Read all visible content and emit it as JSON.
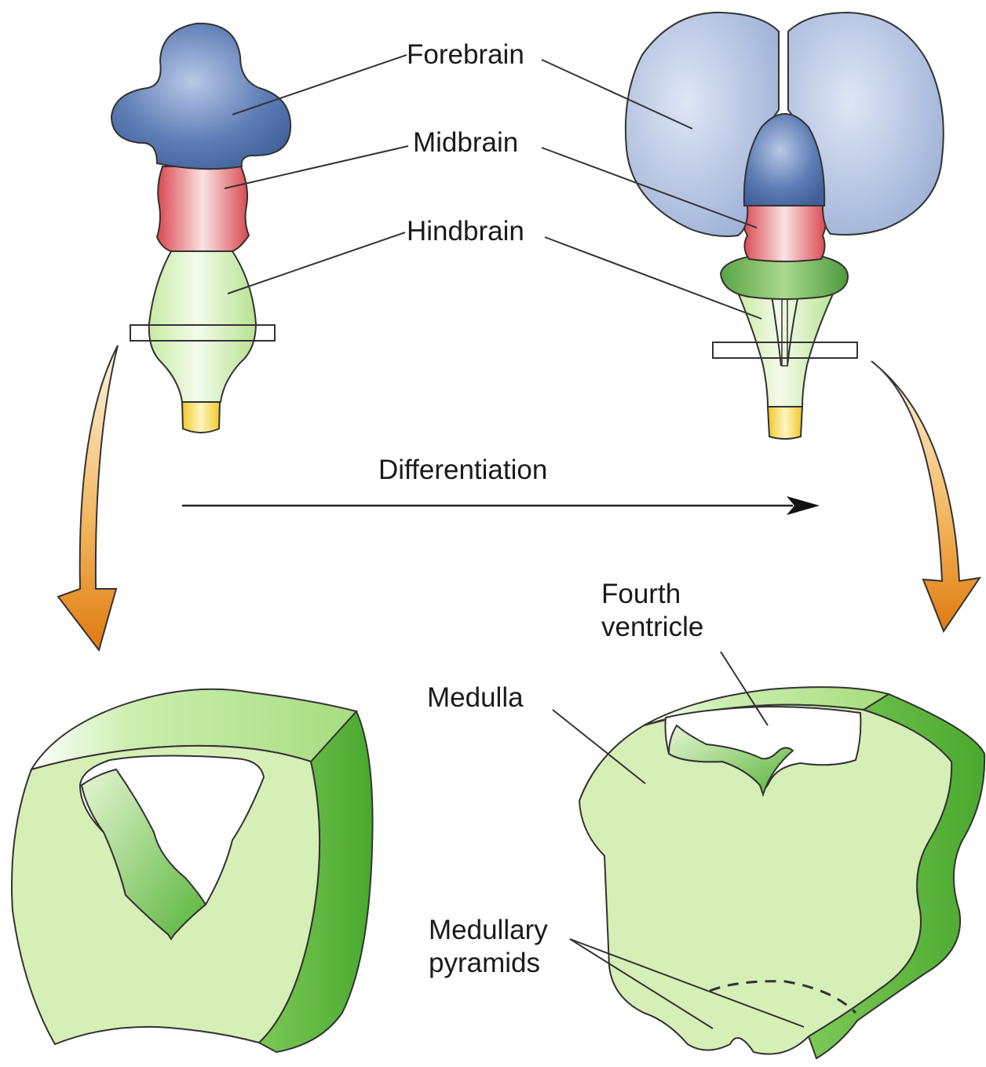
{
  "labels": {
    "forebrain": "Forebrain",
    "midbrain": "Midbrain",
    "hindbrain": "Hindbrain",
    "differentiation": "Differentiation",
    "fourth_ventricle": "Fourth\nventricle",
    "medulla": "Medulla",
    "medullary_pyramids": "Medullary\npyramids"
  },
  "colors": {
    "forebrain": "#4f6fa8",
    "forebrain_light": "#9fb3d8",
    "midbrain": "#e0505a",
    "hindbrain": "#d7f0b8",
    "hindbrain_dark": "#5fb840",
    "cerebellum": "#4f9a3a",
    "spinal_cord": "#f3d23c",
    "arrow": "#e88a1e",
    "line": "#333333"
  }
}
